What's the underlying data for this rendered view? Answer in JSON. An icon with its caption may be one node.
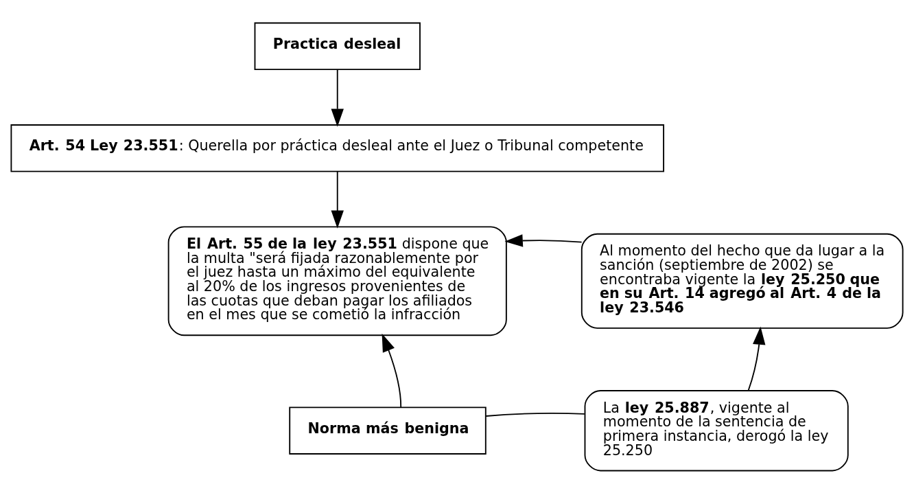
{
  "diagram": {
    "nodes": [
      {
        "text": [
          "**Practica desleal**"
        ]
      },
      {
        "text": [
          "**Art. 54 Ley 23.551**: Querella por práctica desleal ante el Juez o Tribunal competente"
        ]
      },
      {
        "text": [
          "**El Art. 55 de la ley 23.551** dispone que la multa \"será fijada razonablemente por el juez hasta un máximo del equivalente al 20% de los ingresos provenientes de las cuotas que deban pagar los afiliados en el mes que se cometió la infracción"
        ]
      },
      {
        "text": [
          "Al momento del hecho que da lugar a la sanción (septiembre de 2002) se encontraba vigente la **ley 25.250 que en su Art. 14 agregó al Art. 4 de la ley 23.546**"
        ]
      },
      {
        "text": [
          "**Norma más benigna**"
        ]
      },
      {
        "text": [
          "La **ley 25.887**, vigente al momento de la sentencia de primera instancia, derogó la ley 25.250"
        ]
      }
    ],
    "edges": [
      {
        "from": 0,
        "to": 1,
        "arrow": "to"
      },
      {
        "from": 1,
        "to": 2,
        "arrow": "to"
      },
      {
        "from": 3,
        "to": 2,
        "arrow": "to"
      },
      {
        "from": 5,
        "to": 3,
        "arrow": "to"
      },
      {
        "from": 5,
        "to": 4,
        "arrow": "none"
      },
      {
        "from": 4,
        "to": 2,
        "arrow": "to"
      }
    ]
  }
}
